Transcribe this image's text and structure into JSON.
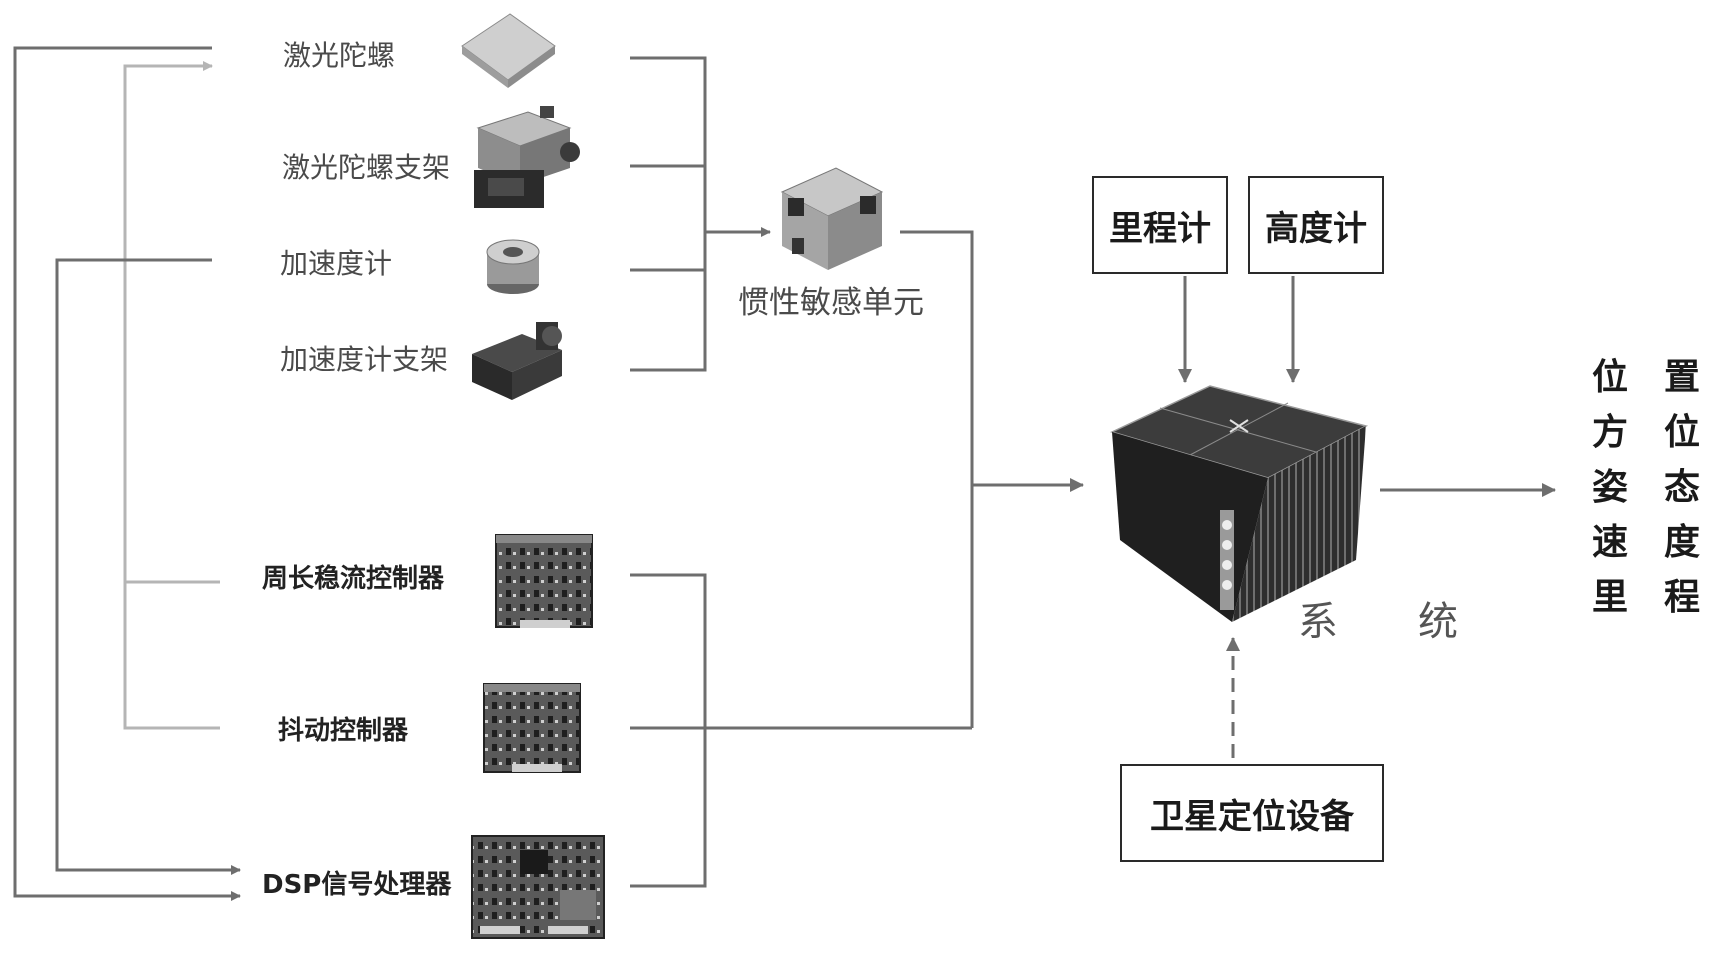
{
  "components": {
    "laser_gyro": "激光陀螺",
    "laser_gyro_bracket": "激光陀螺支架",
    "accelerometer": "加速度计",
    "accelerometer_bracket": "加速度计支架",
    "perimeter_controller": "周长稳流控制器",
    "dither_controller": "抖动控制器",
    "dsp_processor": "DSP信号处理器"
  },
  "imu_label": "惯性敏感单元",
  "system_label": "系　　统",
  "sensors": {
    "odometer": "里程计",
    "altimeter": "高度计",
    "satellite": "卫星定位设备"
  },
  "outputs": {
    "col1": [
      "位",
      "方",
      "姿",
      "速",
      "里"
    ],
    "col2": [
      "置",
      "位",
      "态",
      "度",
      "程"
    ]
  },
  "colors": {
    "line_dark": "#6e6e6e",
    "line_light": "#b5b5b5",
    "device_dark": "#2b2b2b",
    "device_metal": "#b9b9b9",
    "pcb": "#4d4d4d"
  }
}
